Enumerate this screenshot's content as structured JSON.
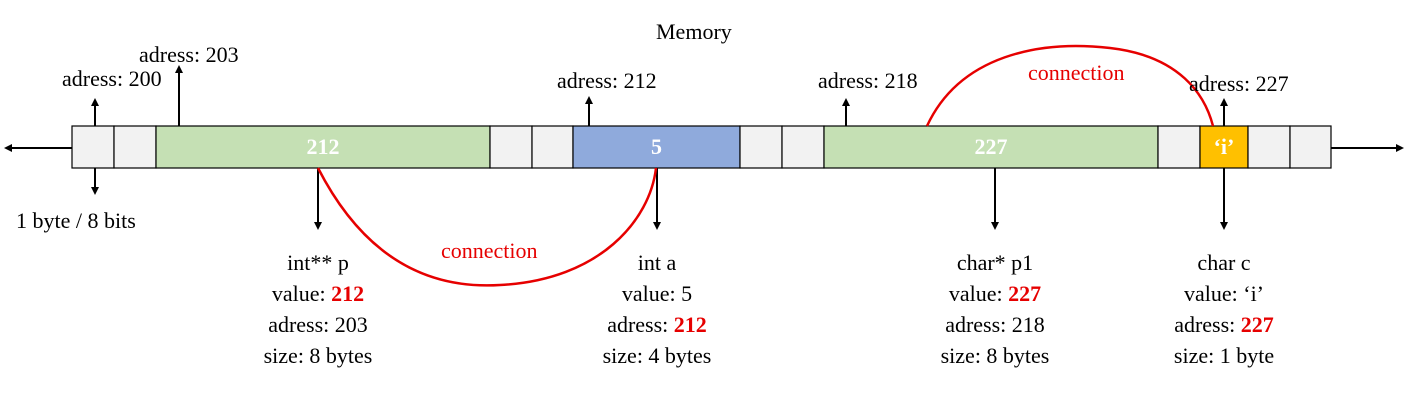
{
  "title": "Memory",
  "byte_label": "1 byte / 8 bits",
  "connection_label": "connection",
  "cells": {
    "p_value": "212",
    "a_value": "5",
    "p1_value": "227",
    "c_value": "‘i’"
  },
  "addresses": {
    "a200": "adress: 200",
    "a203": "adress: 203",
    "a212": "adress: 212",
    "a218": "adress: 218",
    "a227": "adress: 227"
  },
  "variables": {
    "p": {
      "name": "int** p",
      "value_label": "value: ",
      "value": "212",
      "adress_label": "adress: ",
      "adress": "203",
      "size": "size: 8 bytes"
    },
    "a": {
      "name": "int a",
      "value_label": "value: ",
      "value": "5",
      "adress_label": "adress: ",
      "adress": "212",
      "size": "size: 4 bytes"
    },
    "p1": {
      "name": "char* p1",
      "value_label": "value: ",
      "value": "227",
      "adress_label": "adress: ",
      "adress": "218",
      "size": "size: 8 bytes"
    },
    "c": {
      "name": "char c",
      "value_label": "value: ",
      "value": "‘i’",
      "adress_label": "adress: ",
      "adress": "227",
      "size": "size: 1 byte"
    }
  },
  "colors": {
    "green": "#c5e0b4",
    "blue": "#8faadc",
    "yellow": "#ffc000",
    "gray": "#f2f2f2",
    "red": "#e60000"
  }
}
